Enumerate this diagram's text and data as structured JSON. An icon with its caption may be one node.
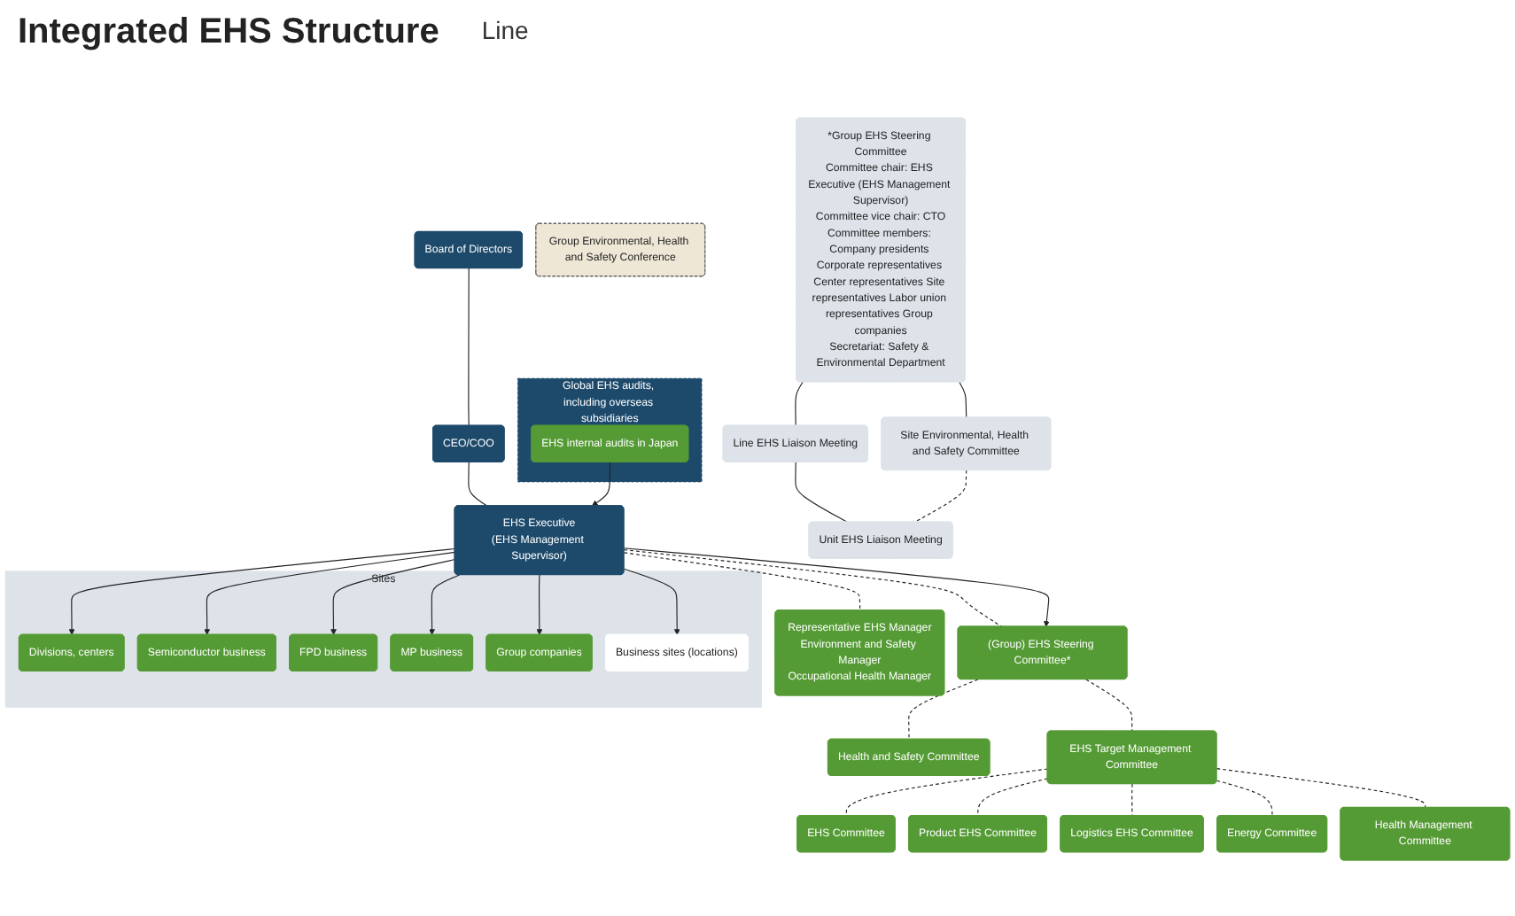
{
  "diagram": {
    "title": "Integrated EHS Structure",
    "nodes": [
      {
        "text": [
          "Board of Directors"
        ]
      },
      {
        "text": [
          "CEO/COO"
        ]
      },
      {
        "text": [
          "Global EHS audits, including overseas subsidiaries"
        ]
      },
      {
        "text": [
          "EHS internal audits in Japan"
        ],
        "in": 2
      },
      {
        "text": [
          "EHS Executive",
          "(EHS Management Supervisor)"
        ]
      },
      {
        "text": [
          "Representative EHS Manager",
          "Environment and Safety Manager",
          "Occupational Health Manager"
        ]
      },
      {
        "text": [
          "Sites"
        ]
      },
      {
        "text": [
          "Divisions, centers"
        ],
        "in": 6
      },
      {
        "text": [
          "Semiconductor business"
        ],
        "in": 6
      },
      {
        "text": [
          "FPD business"
        ],
        "in": 6
      },
      {
        "text": [
          "MP business"
        ],
        "in": 6
      },
      {
        "text": [
          "Group companies"
        ],
        "in": 6
      },
      {
        "text": [
          "Business sites (locations)"
        ],
        "in": 6
      },
      {
        "text": [
          "(Group) EHS Steering Committee*"
        ]
      },
      {
        "text": [
          "Health and Safety Committee"
        ]
      },
      {
        "text": [
          "EHS Target Management Committee"
        ]
      },
      {
        "text": [
          "EHS Committee"
        ]
      },
      {
        "text": [
          "Product EHS Committee"
        ]
      },
      {
        "text": [
          "Logistics EHS Committee"
        ]
      },
      {
        "text": [
          "Energy Committee"
        ]
      },
      {
        "text": [
          "Health Management Committee"
        ]
      },
      {
        "text": [
          "Group Environmental, Health and Safety Conference"
        ]
      },
      {
        "text": [
          "*Group EHS Steering Committee",
          "Committee chair: EHS Executive (EHS Management Supervisor)",
          "Committee vice chair: CTO",
          "Committee members: Company presidents Corporate representatives Center representatives Site representatives Labor union representatives Group companies",
          "Secretariat: Safety & Environmental Department"
        ]
      },
      {
        "text": [
          "Site Environmental, Health and Safety Committee"
        ]
      },
      {
        "text": [
          "Line EHS Liaison Meeting"
        ]
      },
      {
        "text": [
          "Unit EHS Liaison Meeting"
        ]
      }
    ],
    "edges": [
      {
        "from": 0,
        "to": 1,
        "arrow": "none"
      },
      {
        "from": 1,
        "to": 4,
        "arrow": "none"
      },
      {
        "from": 3,
        "to": 4,
        "arrow": "to"
      },
      {
        "from": 4,
        "to": 5,
        "arrow": "none",
        "style": "dashed"
      },
      {
        "from": 4,
        "to": 13,
        "arrow": "none",
        "style": "dashed"
      },
      {
        "from": 4,
        "to": 7,
        "arrow": "to"
      },
      {
        "from": 4,
        "to": 8,
        "arrow": "to"
      },
      {
        "from": 4,
        "to": 9,
        "arrow": "to"
      },
      {
        "from": 4,
        "to": 10,
        "arrow": "to"
      },
      {
        "from": 4,
        "to": 11,
        "arrow": "to"
      },
      {
        "from": 4,
        "to": 13,
        "arrow": "to"
      },
      {
        "from": 4,
        "to": 12,
        "arrow": "to"
      },
      {
        "from": 13,
        "to": 14,
        "arrow": "none",
        "style": "dashed"
      },
      {
        "from": 13,
        "to": 15,
        "arrow": "none",
        "style": "dashed"
      },
      {
        "from": 15,
        "to": 16,
        "arrow": "none",
        "style": "dashed"
      },
      {
        "from": 15,
        "to": 17,
        "arrow": "none",
        "style": "dashed"
      },
      {
        "from": 15,
        "to": 18,
        "arrow": "none",
        "style": "dashed"
      },
      {
        "from": 15,
        "to": 19,
        "arrow": "none",
        "style": "dashed"
      },
      {
        "from": 15,
        "to": 20,
        "arrow": "none",
        "style": "dashed"
      },
      {
        "from": 22,
        "to": 23,
        "arrow": "none"
      },
      {
        "from": 22,
        "to": 24,
        "arrow": "none"
      },
      {
        "from": 24,
        "to": 25,
        "arrow": "none"
      },
      {
        "from": 23,
        "to": 25,
        "arrow": "none",
        "style": "dashed"
      }
    ],
    "labels": [
      "Line"
    ]
  }
}
